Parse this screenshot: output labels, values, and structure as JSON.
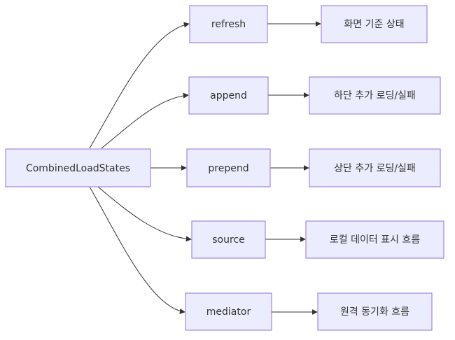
{
  "diagram": {
    "type": "flowchart",
    "direction": "left-to-right",
    "colors": {
      "node_fill": "#ececff",
      "node_border": "#9370db",
      "edge": "#333333",
      "text": "#333333"
    },
    "root": {
      "id": "root",
      "label": "CombinedLoadStates"
    },
    "children": [
      {
        "id": "refresh",
        "label": "refresh",
        "result": {
          "id": "refresh-result",
          "label": "화면 기준 상태"
        }
      },
      {
        "id": "append",
        "label": "append",
        "result": {
          "id": "append-result",
          "label": "하단 추가 로딩/실패"
        }
      },
      {
        "id": "prepend",
        "label": "prepend",
        "result": {
          "id": "prepend-result",
          "label": "상단 추가 로딩/실패"
        }
      },
      {
        "id": "source",
        "label": "source",
        "result": {
          "id": "source-result",
          "label": "로컬 데이터 표시 흐름"
        }
      },
      {
        "id": "mediator",
        "label": "mediator",
        "result": {
          "id": "mediator-result",
          "label": "원격 동기화 흐름"
        }
      }
    ]
  }
}
